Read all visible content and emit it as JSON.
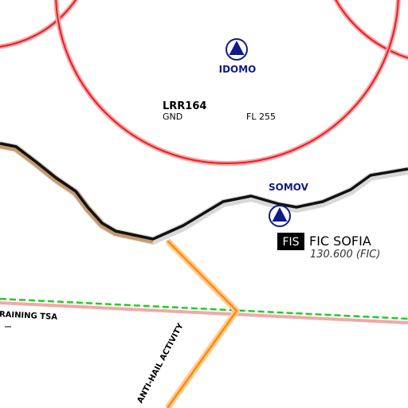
{
  "waypoints": [
    {
      "name": "IDOMO",
      "icon": "vor-waypoint-icon"
    },
    {
      "name": "SOMOV",
      "icon": "vor-waypoint-icon"
    }
  ],
  "airspace": {
    "name": "LRR164",
    "lower_limit": "GND",
    "upper_limit": "FL 255"
  },
  "fic": {
    "badge": "FIS",
    "name": "FIC SOFIA",
    "frequency": "130.600  (FIC)"
  },
  "labels": {
    "training_tsa": "TRAINING TSA",
    "anti_hail": "ANTI-HAIL ACTIVITY"
  },
  "colors": {
    "restricted_area": "#ee1c24",
    "fir_boundary": "#111111",
    "anti_hail_area": "#ff8c00",
    "tsa_boundary": "#22cc22",
    "waypoint": "#101b8a"
  }
}
